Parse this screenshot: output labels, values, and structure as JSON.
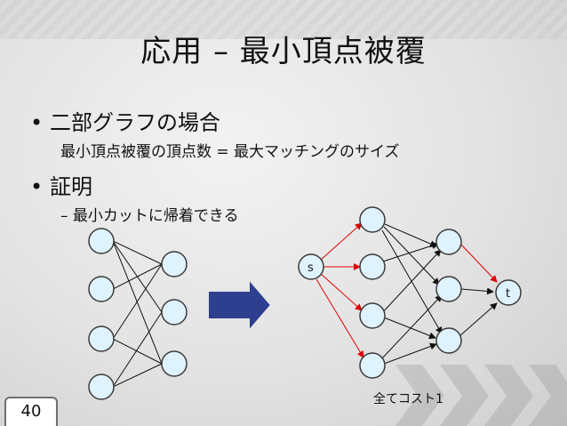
{
  "slide": {
    "title": "応用 – 最小頂点被覆",
    "bullet1": "二部グラフの場合",
    "bullet1_sub": "最小頂点被覆の頂点数 = 最大マッチングのサイズ",
    "bullet2": "証明",
    "bullet2_sub": "– 最小カットに帰着できる",
    "bullet_char": "•",
    "source_label": "s",
    "sink_label": "t",
    "cost_note": "全てコスト1",
    "page_number": "40"
  },
  "colors": {
    "node_fill": "#dff3ff",
    "node_stroke": "#3a3a3a",
    "arrow_fill": "#2e3f8f",
    "red_edge": "#e00000",
    "black_edge": "#111111"
  }
}
